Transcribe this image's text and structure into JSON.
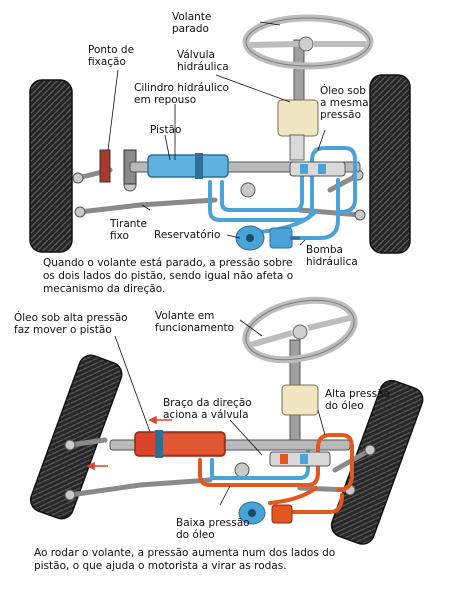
{
  "top_panel": {
    "labels": {
      "volante_parado": "Volante\nparado",
      "ponto_fixacao": "Ponto de\nfixação",
      "valvula_hidraulica": "Válvula\nhidráulica",
      "cilindro_repouso": "Cilindro hidráulico\nem repouso",
      "oleo_mesma_pressao": "Óleo sob\na mesma\npressão",
      "pistao": "Pistão",
      "tirante_fixo": "Tirante\nfixo",
      "reservatorio": "Reservatório",
      "bomba_hidraulica": "Bomba\nhidráulica"
    },
    "caption": "Quando o volante está parado, a pressão sobre os dois lados do pistão, sendo igual não afeta o mecanismo da direção."
  },
  "bottom_panel": {
    "labels": {
      "oleo_alta_pressao_pistao": "Óleo sob alta pressão\nfaz mover o pistão",
      "volante_funcionamento": "Volante em\nfuncionamento",
      "braco_direcao": "Braço da direção\naciona a válvula",
      "alta_pressao_oleo": "Alta pressão\ndo óleo",
      "baixa_pressao_oleo": "Baixa pressão\ndo óleo"
    },
    "caption": "Ao rodar o volante, a pressão aumenta num dos lados do pistão, o que ajuda o motorista a virar as rodas."
  },
  "colors": {
    "tire": "#262626",
    "low_pressure_pipe": "#4aa3d8",
    "high_pressure_pipe": "#e2571e",
    "valve_body": "#f1e6c2",
    "cylinder_blue": "#5fb2e0",
    "cylinder_red": "#d9452a",
    "metal": "#b9b9b9"
  }
}
